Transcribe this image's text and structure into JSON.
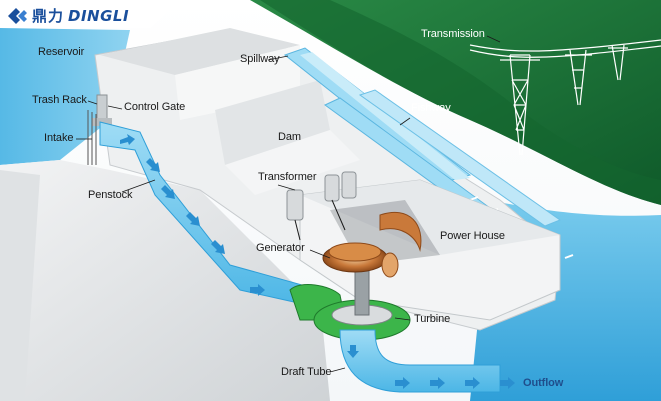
{
  "logo": {
    "chinese": "鼎力",
    "english": "DINGLI",
    "brand_color": "#1a4f9c"
  },
  "labels": {
    "reservoir": "Reservoir",
    "trash_rack": "Trash Rack",
    "control_gate": "Control Gate",
    "intake": "Intake",
    "penstock": "Penstock",
    "spillway": "Spillway",
    "fishway": "Fishway",
    "dam": "Dam",
    "transmission": "Transmission",
    "transformer": "Transformer",
    "power_house": "Power House",
    "generator": "Generator",
    "turbine": "Turbine",
    "draft_tube": "Draft Tube",
    "outflow": "Outflow"
  },
  "colors": {
    "water": "#6ec6ea",
    "water_dark": "#2a9fd6",
    "hill": "#1e7a3c",
    "concrete": "#e9eaeb",
    "turbine_green": "#3cb54a",
    "generator_copper": "#b5651d"
  }
}
